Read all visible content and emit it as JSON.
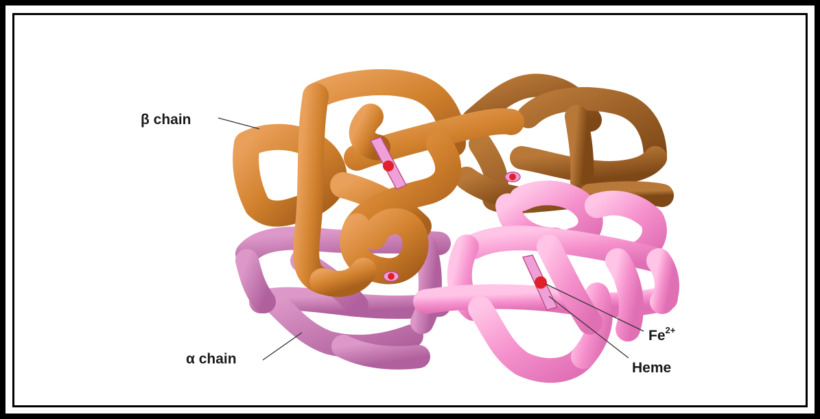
{
  "labels": {
    "beta_chain": "β chain",
    "alpha_chain": "α chain",
    "iron": "Fe",
    "iron_charge": "2+",
    "heme": "Heme"
  },
  "colors": {
    "beta_chain_front": "#d2822e",
    "beta_chain_back": "#9a5a22",
    "alpha_chain_back": "#c878b4",
    "alpha_chain_front": "#f28ac8",
    "heme_plane": "#f0a0d8",
    "iron_atom": "#e0202a",
    "frame": "#000000"
  }
}
